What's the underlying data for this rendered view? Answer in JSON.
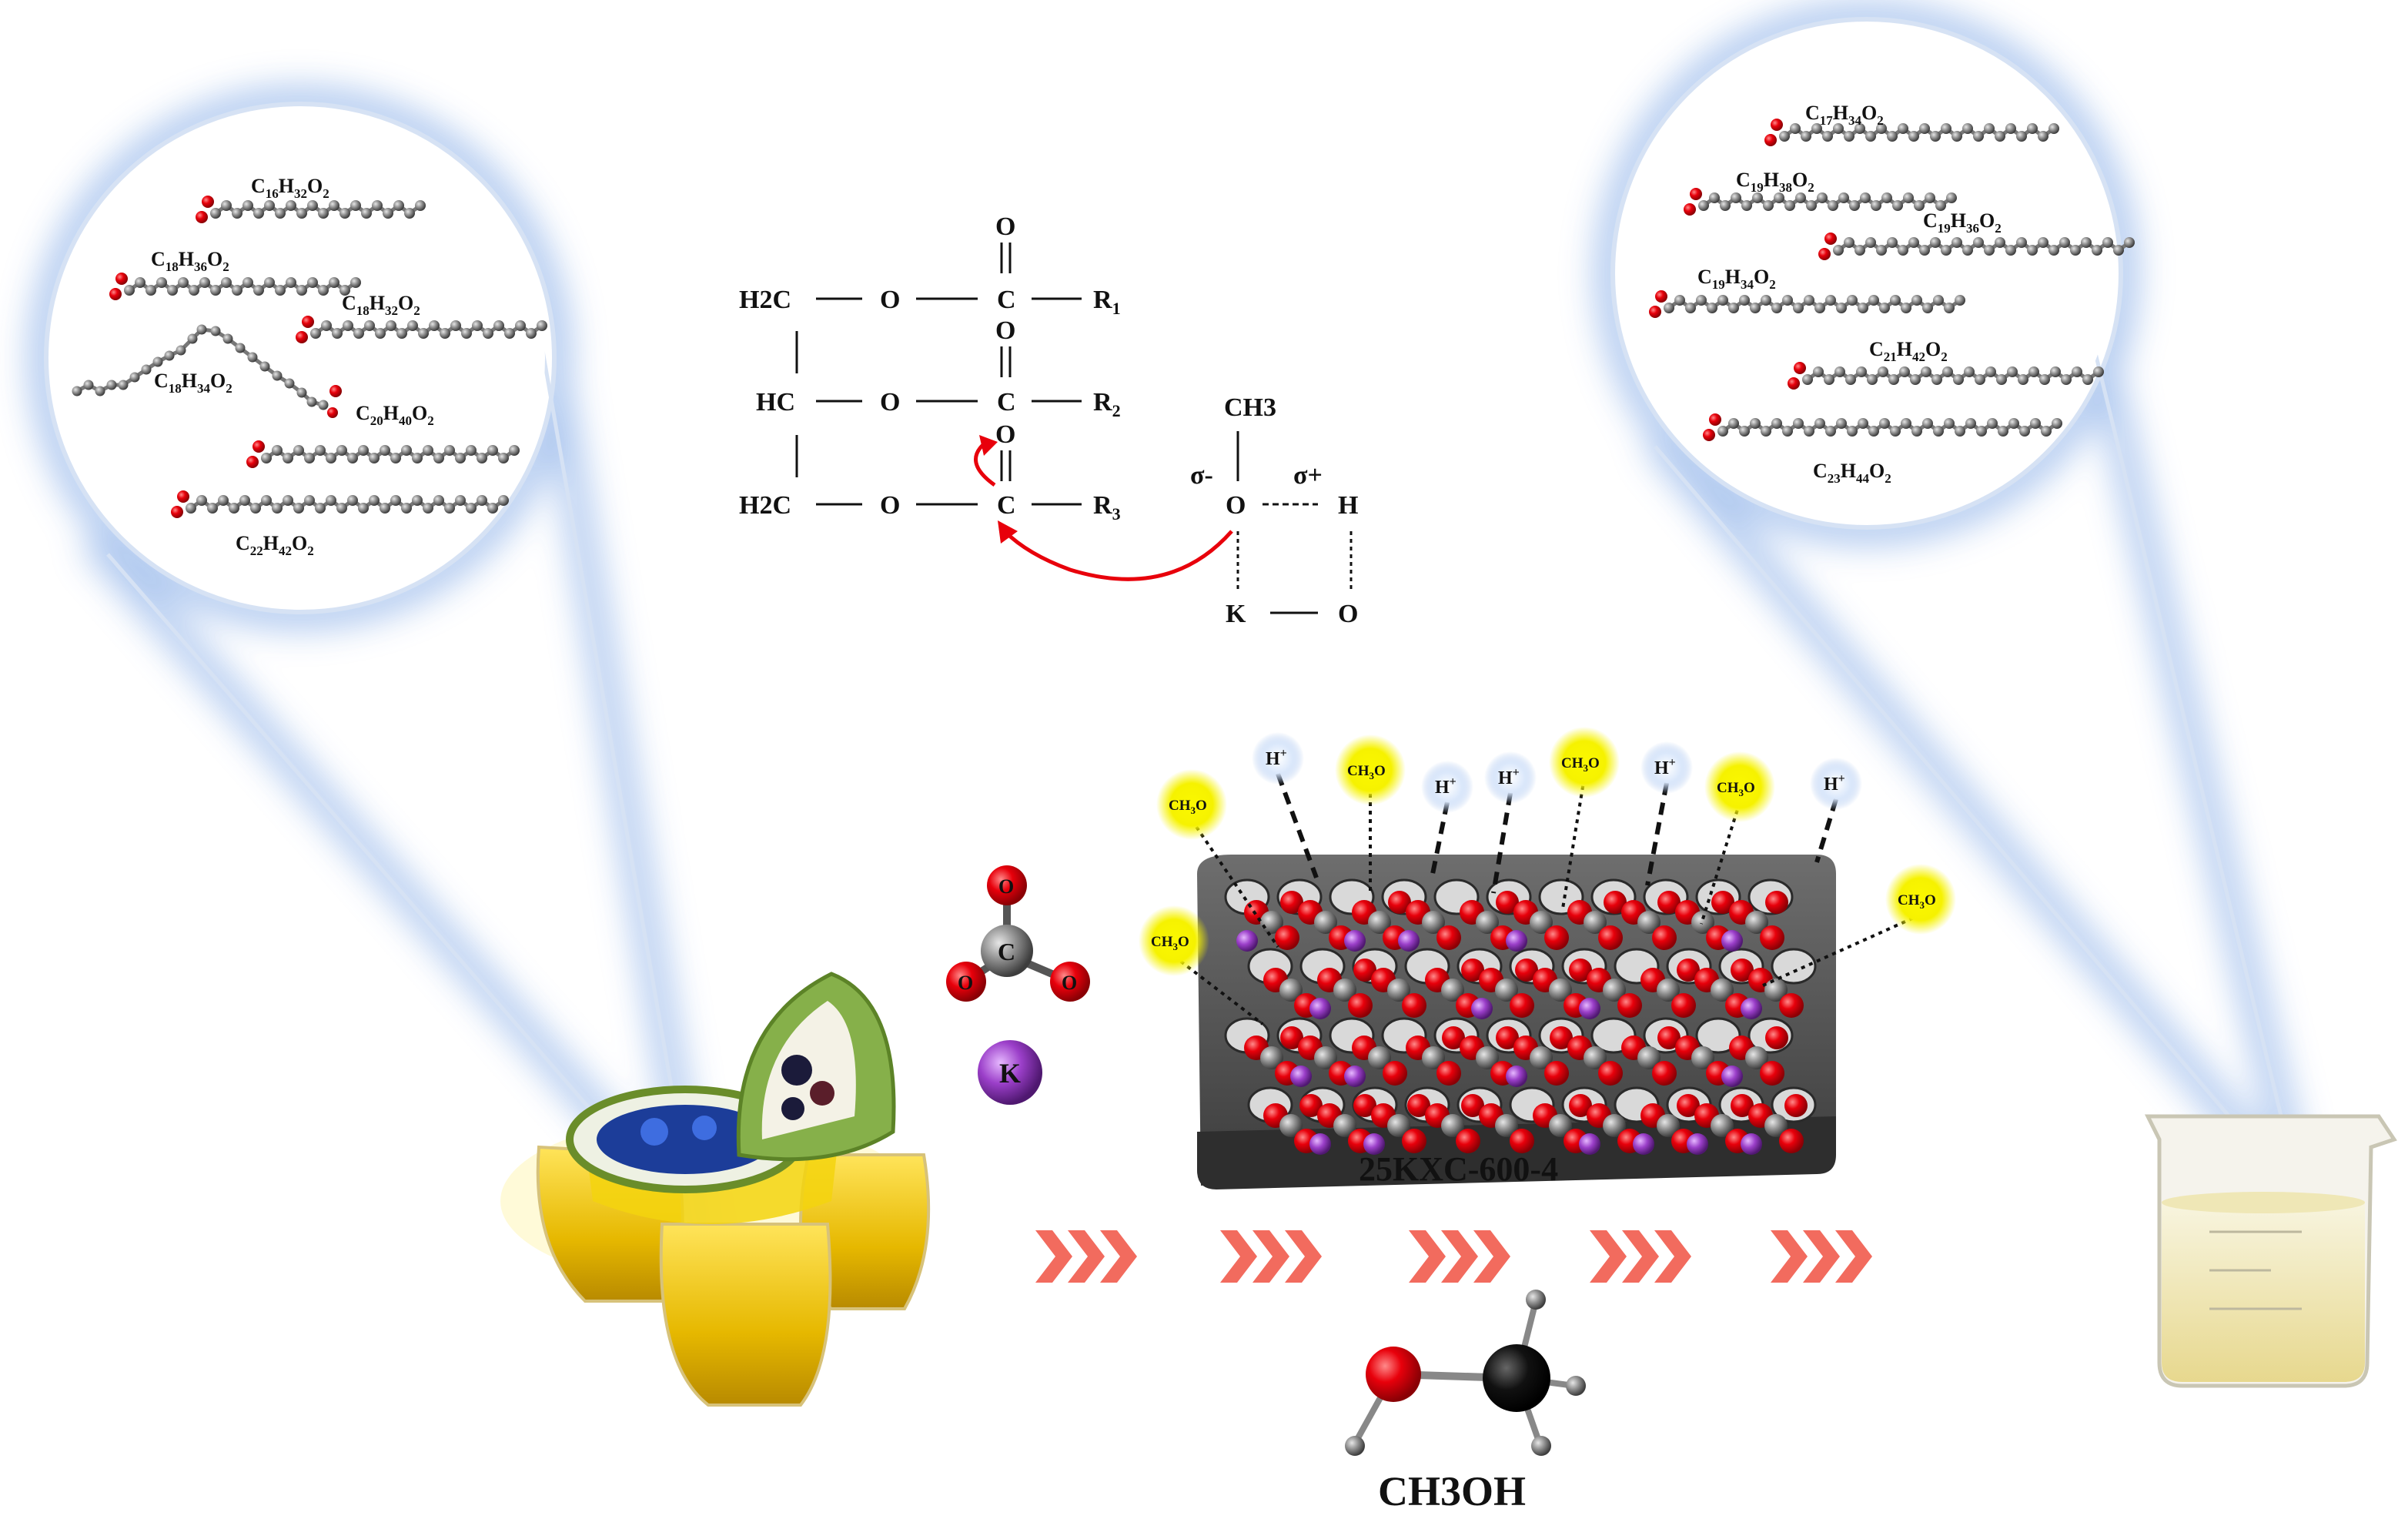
{
  "left_oil_panel": {
    "formulas": [
      {
        "label": "C16H32O2",
        "main": "C",
        "sub": [
          "16",
          "32",
          "2"
        ]
      },
      {
        "label": "C18H36O2",
        "main": "C",
        "sub": [
          "18",
          "36",
          "2"
        ]
      },
      {
        "label": "C18H32O2",
        "main": "C",
        "sub": [
          "18",
          "32",
          "2"
        ]
      },
      {
        "label": "C18H34O2",
        "main": "C",
        "sub": [
          "18",
          "34",
          "2"
        ]
      },
      {
        "label": "C20H40O2",
        "main": "C",
        "sub": [
          "20",
          "40",
          "2"
        ]
      },
      {
        "label": "C22H42O2",
        "main": "C",
        "sub": [
          "22",
          "42",
          "2"
        ]
      }
    ]
  },
  "right_biodiesel_panel": {
    "formulas": [
      {
        "label": "C17H34O2",
        "sub": [
          "17",
          "34",
          "2"
        ]
      },
      {
        "label": "C19H38O2",
        "sub": [
          "19",
          "38",
          "2"
        ]
      },
      {
        "label": "C19H36O2",
        "sub": [
          "19",
          "36",
          "2"
        ]
      },
      {
        "label": "C19H34O2",
        "sub": [
          "19",
          "34",
          "2"
        ]
      },
      {
        "label": "C21H42O2",
        "sub": [
          "21",
          "42",
          "2"
        ]
      },
      {
        "label": "C23H44O2",
        "sub": [
          "23",
          "44",
          "2"
        ]
      }
    ]
  },
  "mechanism": {
    "rows": [
      "H2C",
      "HC",
      "H2C"
    ],
    "oxygen": "O",
    "carbon": "C",
    "r_groups": [
      {
        "main": "R",
        "sub": "1"
      },
      {
        "main": "R",
        "sub": "2"
      },
      {
        "main": "R",
        "sub": "3"
      }
    ],
    "methyl": "CH3",
    "sigma_minus": "σ-",
    "sigma_plus": "σ+",
    "hydrogen": "H",
    "potassium": "K"
  },
  "catalyst": {
    "label": "25KXC-600-4",
    "h_plus": "H+",
    "ch3o": "CH3O",
    "carbonate_atoms": {
      "c": "C",
      "o": "O"
    },
    "k_atom": "K"
  },
  "methanol": {
    "label": "CH3OH"
  },
  "colors": {
    "glow": "#a9c4ee",
    "oxygen": "#e8000b",
    "carbon": "#8f8f8f",
    "potassium": "#9b3fc9",
    "arrow": "#f26b5e",
    "highlight_yellow": "#f6f200"
  }
}
